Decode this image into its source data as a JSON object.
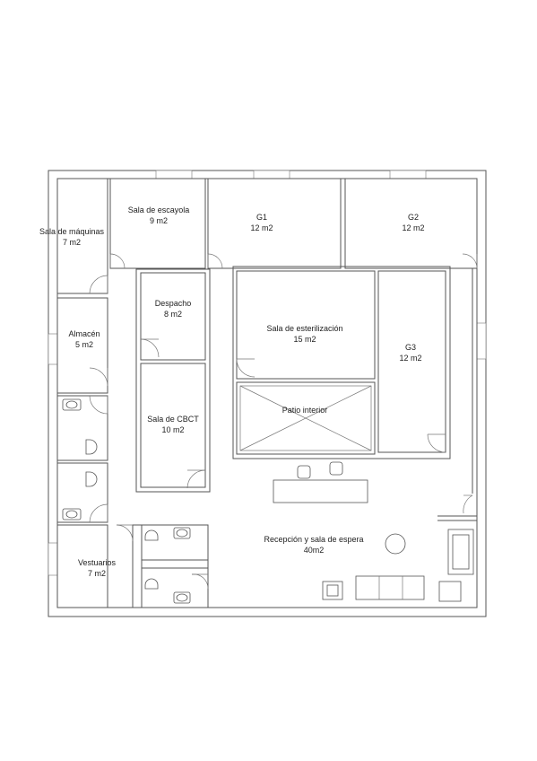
{
  "plan": {
    "rooms": {
      "maquinas": {
        "name": "Sala de máquinas",
        "area": "7 m2"
      },
      "escayola": {
        "name": "Sala de escayola",
        "area": "9 m2"
      },
      "g1": {
        "name": "G1",
        "area": "12 m2"
      },
      "g2": {
        "name": "G2",
        "area": "12 m2"
      },
      "almacen": {
        "name": "Almacén",
        "area": "5 m2"
      },
      "despacho": {
        "name": "Despacho",
        "area": "8 m2"
      },
      "esterilizacion": {
        "name": "Sala de esterilización",
        "area": "15 m2"
      },
      "g3": {
        "name": "G3",
        "area": "12 m2"
      },
      "cbct": {
        "name": "Sala de CBCT",
        "area": "10 m2"
      },
      "patio": {
        "name": "Patio interior"
      },
      "vestuarios": {
        "name": "Vestuarios",
        "area": "7 m2"
      },
      "recepcion": {
        "name": "Recepción y sala de espera",
        "area": "40m2"
      }
    }
  }
}
